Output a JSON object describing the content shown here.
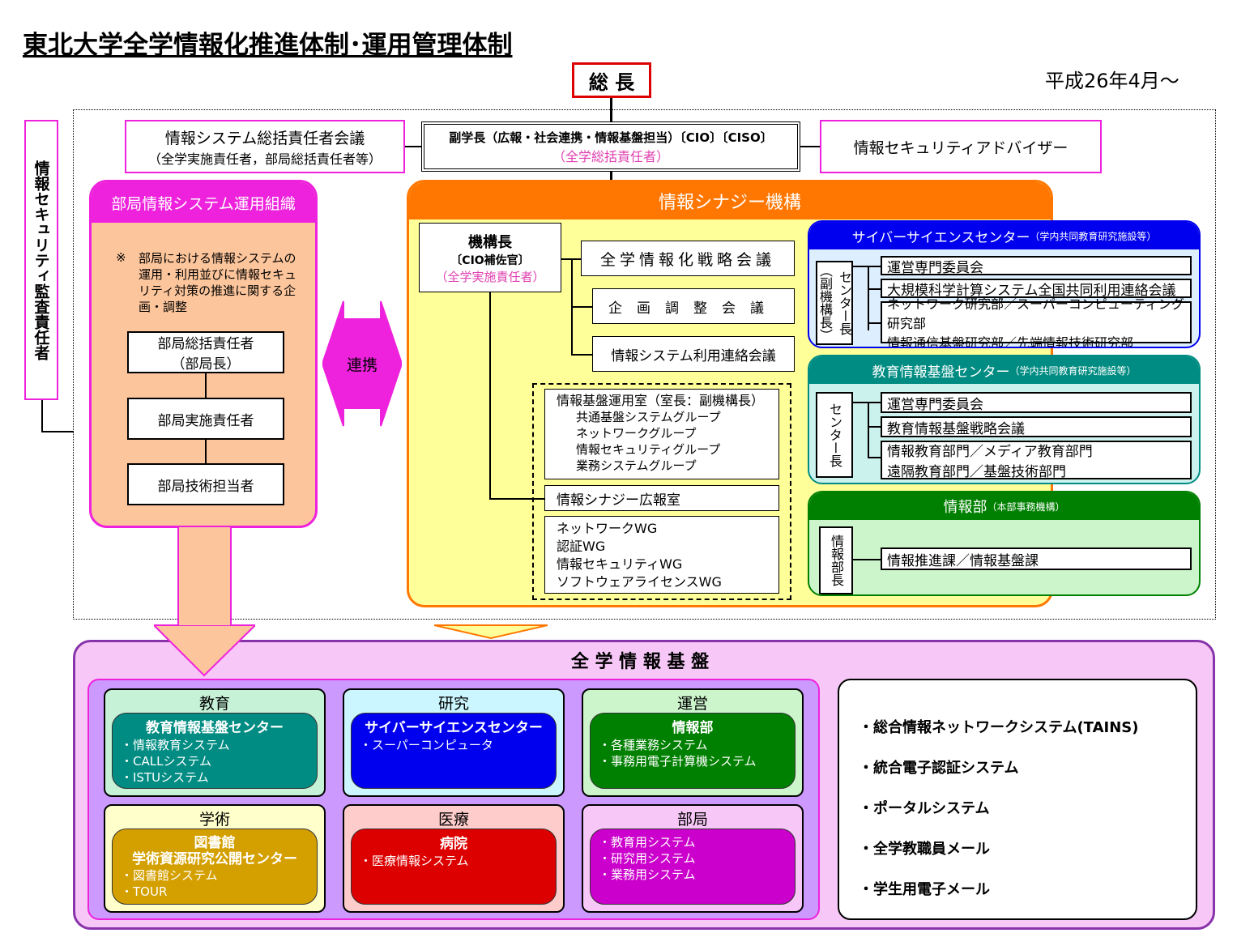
{
  "title": "東北大学全学情報化推進体制･運用管理体制",
  "date": "平成26年4月～",
  "president": "総 長",
  "auditor": "情報セキュリティ監査責任者",
  "vp": {
    "line1": "副学長（広報・社会連携・情報基盤担当）〔CIO〕〔CISO〕",
    "line2": "（全学総括責任者）"
  },
  "council": {
    "line1": "情報システム総括責任者会議",
    "line2": "（全学実施責任者，部局総括責任者等）"
  },
  "advisor": "情報セキュリティアドバイザー",
  "dept_org": {
    "title": "部局情報システム運用組織",
    "note_mark": "※",
    "note": "部局における情報システムの運用・利用並びに情報セキュリティ対策の推進に関する企画・調整",
    "head_l1": "部局総括責任者",
    "head_l2": "（部局長）",
    "impl": "部局実施責任者",
    "tech": "部局技術担当者"
  },
  "link": "連携",
  "synergy": {
    "title": "情報シナジー機構",
    "director_l1": "機構長",
    "director_l2": "〔CIO補佐官〕",
    "director_l3": "（全学実施責任者）",
    "councils": [
      "全学情報化戦略会議",
      "企画調整会議",
      "情報システム利用連絡会議"
    ],
    "office": {
      "title": "情報基盤運用室（室長：副機構長）",
      "groups": [
        "共通基盤システムグループ",
        "ネットワークグループ",
        "情報セキュリティグループ",
        "業務システムグループ"
      ]
    },
    "pr": "情報シナジー広報室",
    "wgs": [
      "ネットワークWG",
      "認証WG",
      "情報セキュリティWG",
      "ソフトウェアライセンスWG"
    ]
  },
  "cyber": {
    "title": "サイバーサイエンスセンター",
    "sub": "（学内共同教育研究施設等）",
    "head": "センター長（副機構長）",
    "rows": [
      "運営専門委員会",
      "大規模科学計算システム全国共同利用連絡会議"
    ],
    "row3_l1": "ネットワーク研究部／スーパーコンピューティング研究部",
    "row3_l2": "情報通信基盤研究部／先端情報技術研究部"
  },
  "edu": {
    "title": "教育情報基盤センター",
    "sub": "（学内共同教育研究施設等）",
    "head": "センター長",
    "rows": [
      "運営専門委員会",
      "教育情報基盤戦略会議"
    ],
    "row3_l1": "情報教育部門／メディア教育部門",
    "row3_l2": "遠隔教育部門／基盤技術部門"
  },
  "info_dept": {
    "title": "情報部",
    "sub": "（本部事務機構）",
    "head": "情報部長",
    "row": "情報推進課／情報基盤課"
  },
  "infra": {
    "title": "全 学 情 報 基 盤",
    "cats": [
      {
        "label": "教育",
        "name": "教育情報基盤センター",
        "items": [
          "・情報教育システム",
          "・CALLシステム",
          "・ISTUシステム"
        ]
      },
      {
        "label": "研究",
        "name": "サイバーサイエンスセンター",
        "items": [
          "・スーパーコンピュータ"
        ]
      },
      {
        "label": "運営",
        "name": "情報部",
        "items": [
          "・各種業務システム",
          "・事務用電子計算機システム"
        ]
      },
      {
        "label": "学術",
        "name": "図書館\n学術資源研究公開センター",
        "items": [
          "・図書館システム",
          "・TOUR"
        ]
      },
      {
        "label": "医療",
        "name": "病院",
        "items": [
          "・医療情報システム"
        ]
      },
      {
        "label": "部局",
        "name": "",
        "items": [
          "・教育用システム",
          "・研究用システム",
          "・業務用システム"
        ]
      }
    ],
    "systems": [
      "・総合情報ネットワークシステム(TAINS)",
      "・統合電子認証システム",
      "・ポータルシステム",
      "・全学教職員メール",
      "・学生用電子メール"
    ]
  },
  "colors": {
    "magenta": "#ee22dd",
    "orange": "#ff7700",
    "blue": "#0000ee",
    "teal": "#008c82",
    "green": "#008000",
    "red": "#dd0000",
    "gold": "#d4a000",
    "purple": "#cc00cc"
  }
}
